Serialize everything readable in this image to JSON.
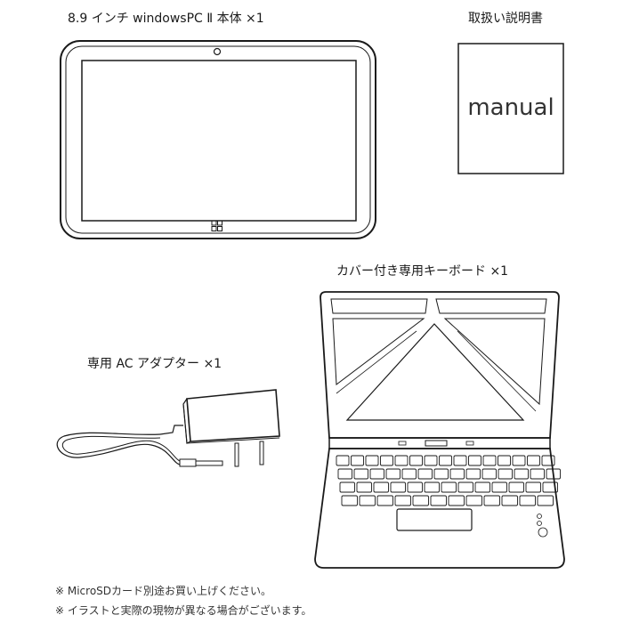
{
  "tablet": {
    "label": "8.9 インチ windowsPC Ⅱ 本体 ×1"
  },
  "manual": {
    "label": "取扱い説明書",
    "cover_text": "manual"
  },
  "keyboard": {
    "label": "カバー付き専用キーボード ×1"
  },
  "adapter": {
    "label": "専用 AC アダプター ×1"
  },
  "notes": [
    "※ MicroSDカード別途お買い上げください。",
    "※ イラストと実際の現物が異なる場合がございます。"
  ],
  "icons": {
    "os_logo": "windows-logo-icon",
    "camera": "camera-icon"
  },
  "colors": {
    "line": "#1a1a1a",
    "background": "#ffffff"
  }
}
